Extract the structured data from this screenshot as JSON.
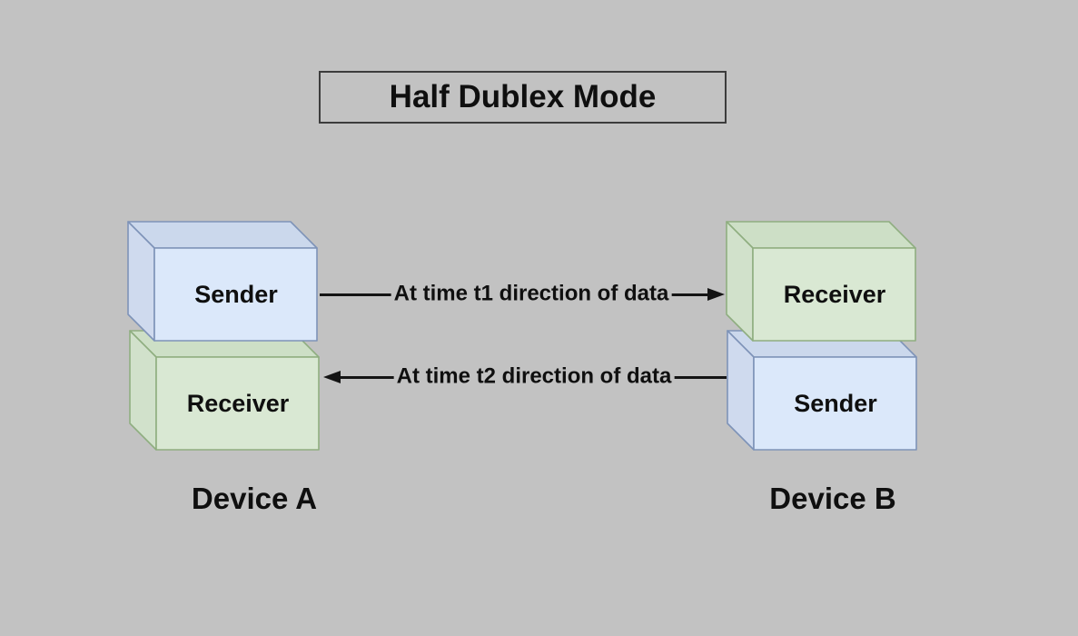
{
  "title": {
    "text": "Half Dublex Mode"
  },
  "devices": [
    {
      "name": "Device A",
      "boxes": [
        {
          "label": "Sender",
          "color": "blue"
        },
        {
          "label": "Receiver",
          "color": "green"
        }
      ]
    },
    {
      "name": "Device B",
      "boxes": [
        {
          "label": "Receiver",
          "color": "green"
        },
        {
          "label": "Sender",
          "color": "blue"
        }
      ]
    }
  ],
  "arrows": [
    {
      "label": "At time t1 direction of data",
      "direction": "right",
      "from": "Device A Sender",
      "to": "Device B Receiver"
    },
    {
      "label": "At time t2 direction of data",
      "direction": "left",
      "from": "Device B Sender",
      "to": "Device A Receiver"
    }
  ],
  "colors": {
    "bg": "#c2c2c2",
    "text": "#0f0f0f",
    "line": "#141414",
    "titleBorder": "#3c3c3c",
    "blueFront": "#dbe8fa",
    "blueTop": "#cbd8ec",
    "blueSide": "#cfdaee",
    "blueStroke": "#7e93b8",
    "greenFront": "#d9e8d3",
    "greenTop": "#cddfc6",
    "greenSide": "#d1e1cb",
    "greenStroke": "#8fae80"
  }
}
